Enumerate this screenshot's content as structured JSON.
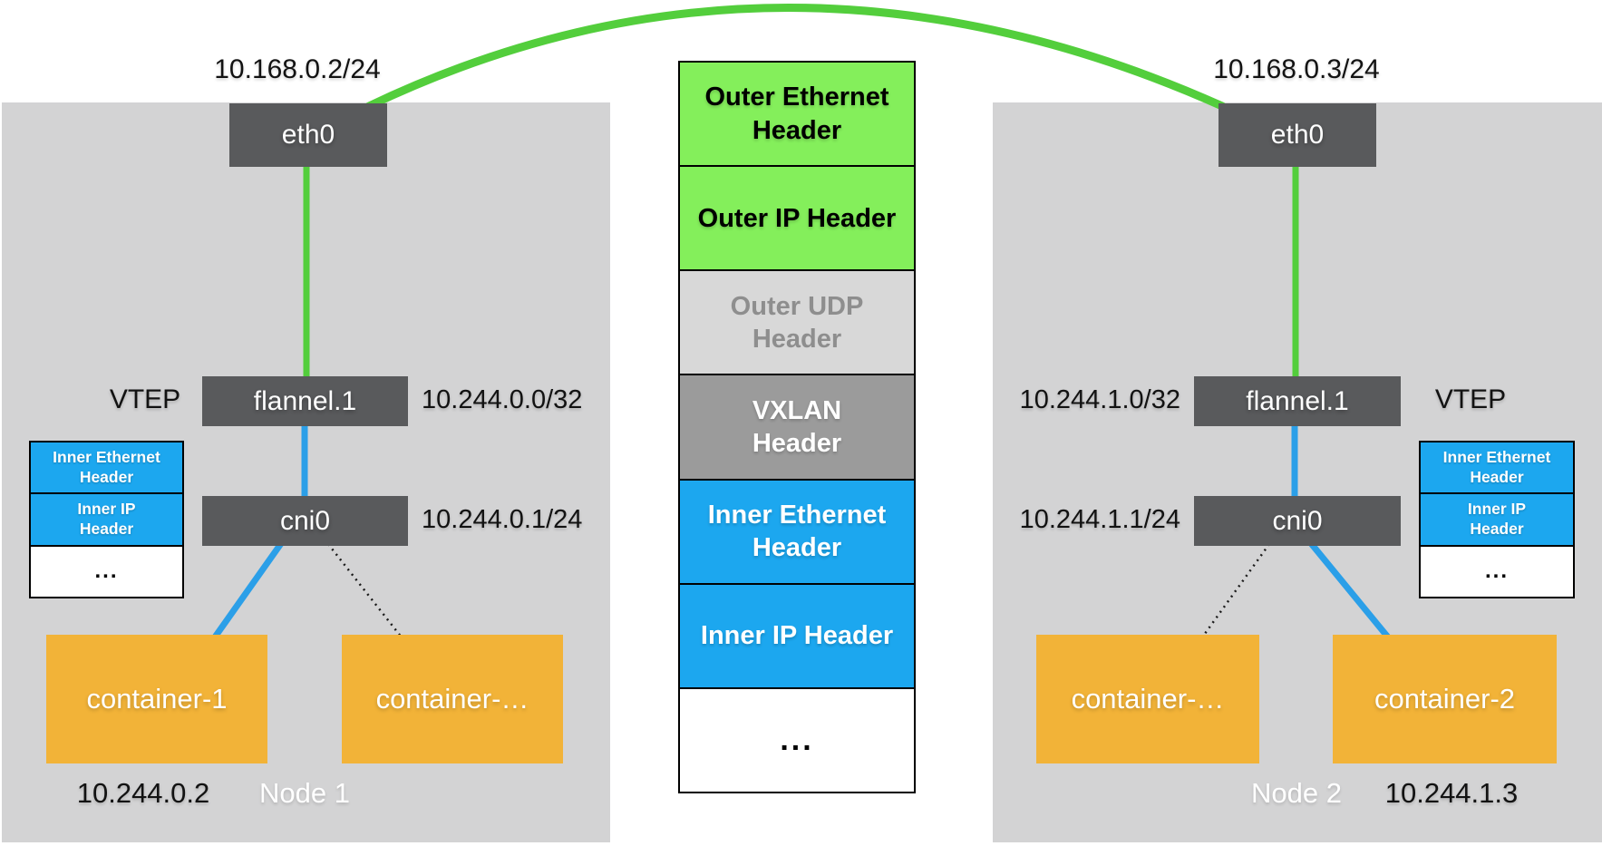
{
  "title": "Flannel VXLAN overlay network diagram",
  "colors": {
    "node_background": "#d3d3d4",
    "device_box": "#595a5c",
    "container_orange": "#f2b338",
    "header_green": "#84ef5b",
    "header_light_gray": "#d8d8d8",
    "header_mid_gray": "#9b9b9b",
    "header_blue": "#1ca7ef",
    "link_green": "#53ce3c",
    "link_blue": "#2b9fe8",
    "dotted_line": "#1a1a1a"
  },
  "nodes": {
    "node1": {
      "label": "Node 1",
      "eth0": {
        "label": "eth0",
        "ip": "10.168.0.2/24"
      },
      "vtep": "VTEP",
      "flannel": {
        "label": "flannel.1",
        "ip": "10.244.0.0/32"
      },
      "cni": {
        "label": "cni0",
        "ip": "10.244.0.1/24"
      },
      "containers": [
        {
          "label": "container-1",
          "ip": "10.244.0.2"
        },
        {
          "label": "container-…"
        }
      ],
      "inner_stack": {
        "rows": [
          "Inner Ethernet\nHeader",
          "Inner IP\nHeader",
          "..."
        ]
      }
    },
    "node2": {
      "label": "Node 2",
      "eth0": {
        "label": "eth0",
        "ip": "10.168.0.3/24"
      },
      "vtep": "VTEP",
      "flannel": {
        "label": "flannel.1",
        "ip": "10.244.1.0/32"
      },
      "cni": {
        "label": "cni0",
        "ip": "10.244.1.1/24"
      },
      "containers": [
        {
          "label": "container-…"
        },
        {
          "label": "container-2",
          "ip": "10.244.1.3"
        }
      ],
      "inner_stack": {
        "rows": [
          "Inner Ethernet\nHeader",
          "Inner IP\nHeader",
          "..."
        ]
      }
    }
  },
  "packet_stack": {
    "segments": [
      {
        "label": "Outer Ethernet\nHeader"
      },
      {
        "label": "Outer IP Header"
      },
      {
        "label": "Outer UDP\nHeader"
      },
      {
        "label": "VXLAN\nHeader"
      },
      {
        "label": "Inner Ethernet\nHeader"
      },
      {
        "label": "Inner IP Header"
      },
      {
        "label": "..."
      }
    ]
  }
}
